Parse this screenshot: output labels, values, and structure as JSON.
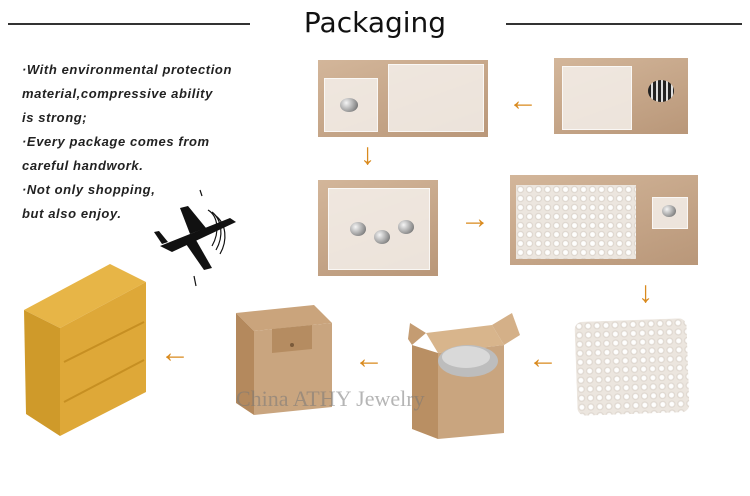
{
  "header": {
    "title": "Packaging"
  },
  "notes": [
    "·With environmental protection",
    "material,compressive ability",
    "is strong;",
    "·Every package comes from",
    "careful handwork.",
    "·Not only shopping,",
    "but also enjoy."
  ],
  "arrows": {
    "left": "←",
    "right": "→",
    "down": "↓"
  },
  "watermark": "China ATHY Jewelry",
  "colors": {
    "arrow": "#d98a1e",
    "kraft": "#c9a57f",
    "tape": "#e0a530"
  }
}
